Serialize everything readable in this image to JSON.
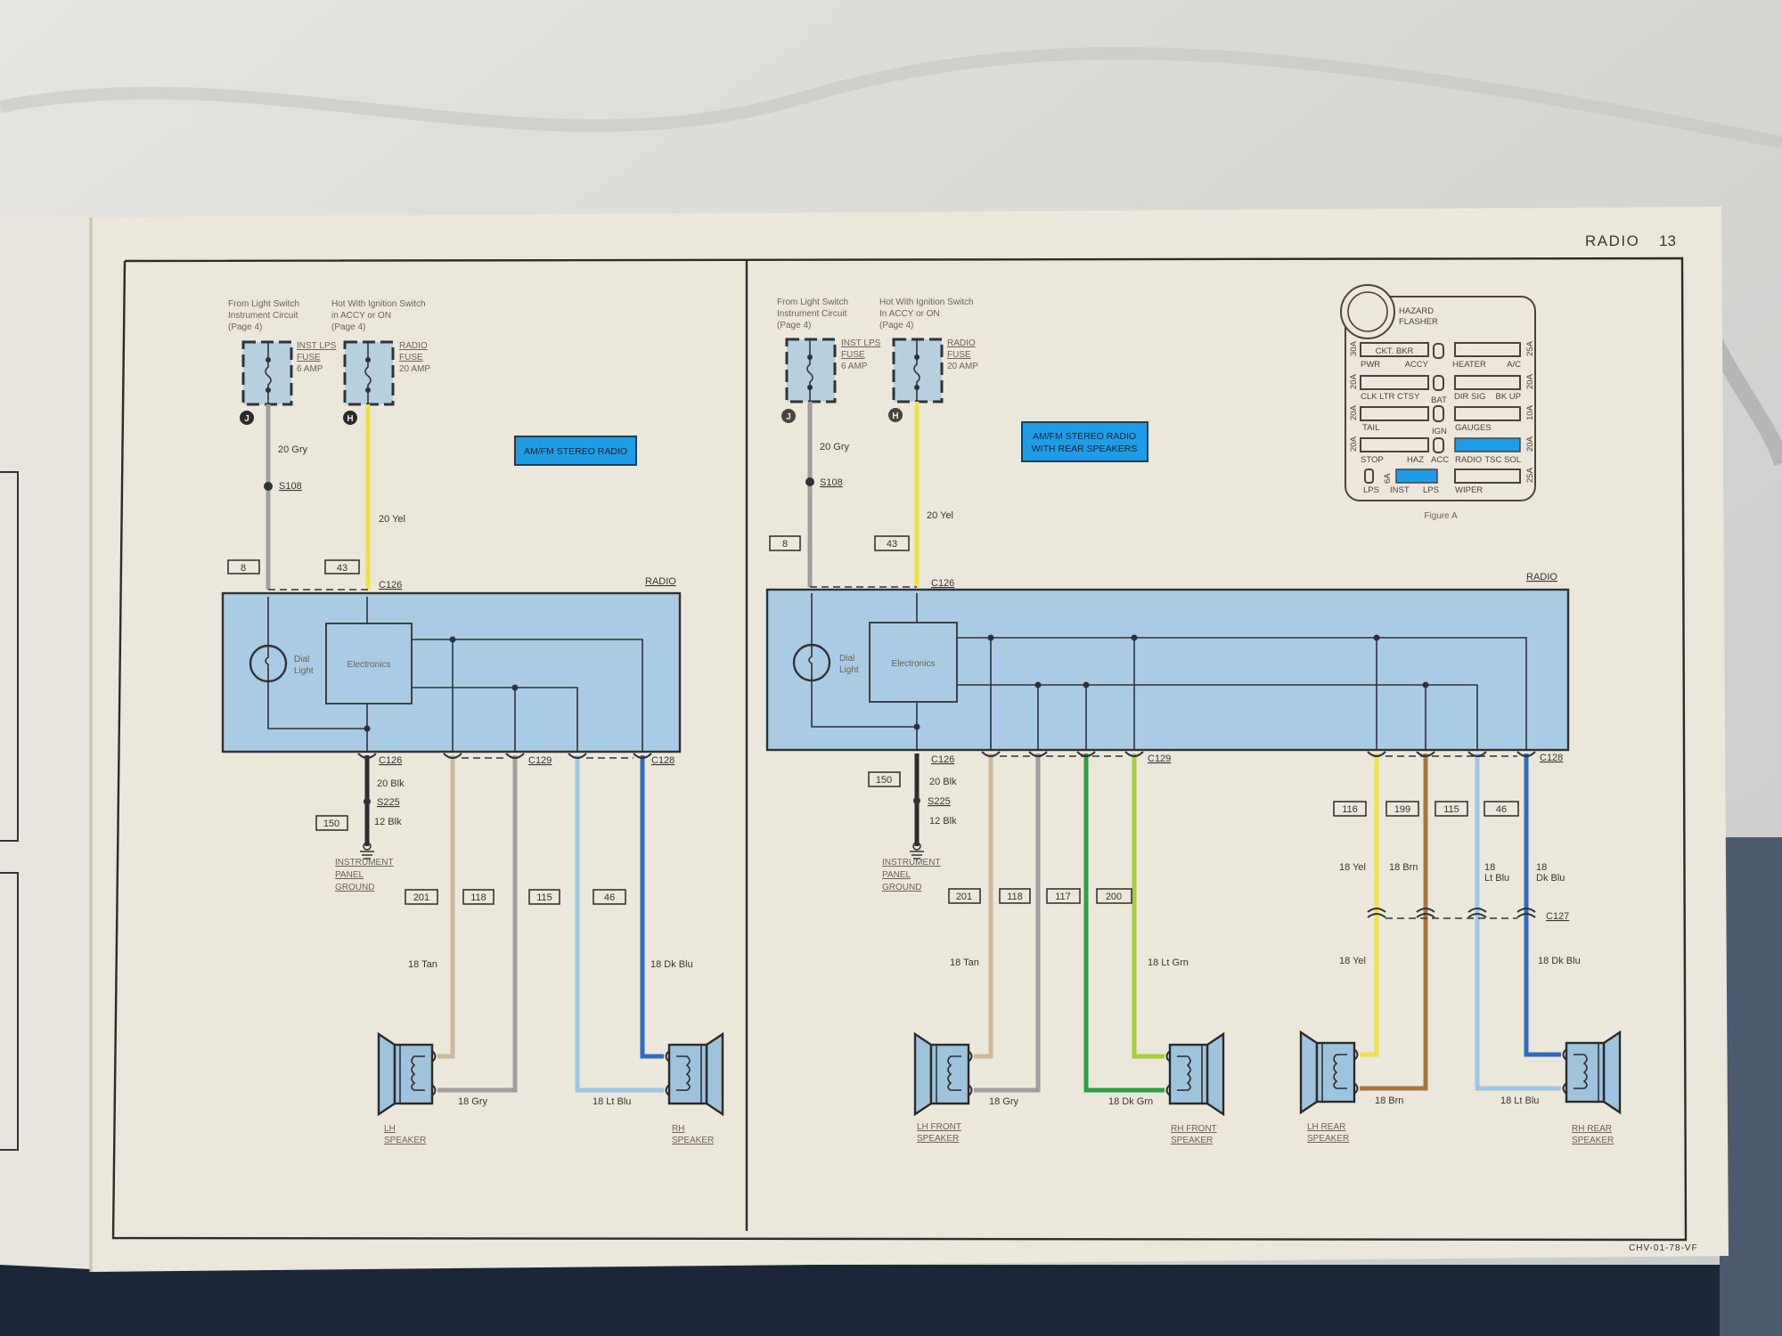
{
  "header": {
    "section": "RADIO",
    "page": "13"
  },
  "footer_code": "CHV-01-78-VF",
  "colors": {
    "paper": "#ebe7da",
    "radio_box": "#a9cbe4",
    "title_box": "#1e9ce6",
    "wire_gry": "#a09e9c",
    "wire_yel": "#efe04c",
    "wire_blk": "#2e2c2e",
    "wire_tan": "#cdb89c",
    "wire_lt_blu": "#9ec6e6",
    "wire_dk_blu": "#2e6cc2",
    "wire_dk_grn": "#2aa244",
    "wire_lt_grn": "#a8cc42",
    "wire_brn": "#a9773e"
  },
  "left": {
    "title": "AM/FM STEREO RADIO",
    "src_inst": [
      "From Light Switch",
      "Instrument Circuit",
      "(Page 4)"
    ],
    "src_radio": [
      "Hot With Ignition Switch",
      "in ACCY or ON",
      "(Page 4)"
    ],
    "fuse_inst": [
      "INST LPS",
      "FUSE",
      "6 AMP"
    ],
    "fuse_radio": [
      "RADIO",
      "FUSE",
      "20 AMP"
    ],
    "term_j": "J",
    "term_h": "H",
    "wire_gry": "20 Gry",
    "splice_s108": "S108",
    "wire_yel": "20 Yel",
    "circuit_8": "8",
    "circuit_43": "43",
    "c126_top": "C126",
    "radio_label": "RADIO",
    "dial_light": [
      "Dial",
      "Light"
    ],
    "electronics": "Electronics",
    "c126_bottom": "C126",
    "c129": "C129",
    "c128": "C128",
    "wire_blk20": "20 Blk",
    "splice_s225": "S225",
    "wire_blk12": "12 Blk",
    "circuit_150": "150",
    "ground": [
      "INSTRUMENT",
      "PANEL",
      "GROUND"
    ],
    "circuits": [
      "201",
      "118",
      "115",
      "46"
    ],
    "wire_tan": "18 Tan",
    "wire_dk_blu": "18 Dk Blu",
    "wire_gry18": "18 Gry",
    "wire_lt_blu": "18 Lt Blu",
    "lh_speaker": [
      "LH",
      "SPEAKER"
    ],
    "rh_speaker": [
      "RH",
      "SPEAKER"
    ]
  },
  "right": {
    "title": [
      "AM/FM STEREO RADIO",
      "WITH REAR SPEAKERS"
    ],
    "src_inst": [
      "From Light Switch",
      "Instrument Circuit",
      "(Page 4)"
    ],
    "src_radio": [
      "Hot With Ignition Switch",
      "In ACCY or ON",
      "(Page 4)"
    ],
    "fuse_inst": [
      "INST LPS",
      "FUSE",
      "6 AMP"
    ],
    "fuse_radio": [
      "RADIO",
      "FUSE",
      "20 AMP"
    ],
    "term_j": "J",
    "term_h": "H",
    "wire_gry": "20 Gry",
    "splice_s108": "S108",
    "wire_yel": "20 Yel",
    "circuit_8": "8",
    "circuit_43": "43",
    "c126_top": "C126",
    "radio_label": "RADIO",
    "dial_light": [
      "Dial",
      "Light"
    ],
    "electronics": "Electronics",
    "c126_bottom": "C126",
    "c129": "C129",
    "c128": "C128",
    "c127": "C127",
    "wire_blk20": "20 Blk",
    "splice_s225": "S225",
    "wire_blk12": "12 Blk",
    "circuit_150": "150",
    "ground": [
      "INSTRUMENT",
      "PANEL",
      "GROUND"
    ],
    "front_circuits": [
      "201",
      "118",
      "117",
      "200"
    ],
    "rear_circuits": [
      "116",
      "199",
      "115",
      "46"
    ],
    "wire_tan": "18 Tan",
    "wire_lt_grn": "18 Lt Grn",
    "wire_gry18": "18 Gry",
    "wire_dk_grn": "18 Dk Grn",
    "wire_yel_upper": "18 Yel",
    "wire_brn_upper": "18 Brn",
    "wire_lt_blu_upper": [
      "18",
      "Lt Blu"
    ],
    "wire_dk_blu_upper": [
      "18",
      "Dk Blu"
    ],
    "wire_yel_lower": "18 Yel",
    "wire_dk_blu_lower": "18 Dk Blu",
    "wire_brn_lower": "18 Brn",
    "wire_lt_blu_lower": "18 Lt Blu",
    "lh_front": [
      "LH FRONT",
      "SPEAKER"
    ],
    "rh_front": [
      "RH FRONT",
      "SPEAKER"
    ],
    "lh_rear": [
      "LH REAR",
      "SPEAKER"
    ],
    "rh_rear": [
      "RH REAR",
      "SPEAKER"
    ]
  },
  "fuse_panel": {
    "flasher": [
      "HAZARD",
      "FLASHER"
    ],
    "row1": {
      "left_amp": "30A",
      "slot": "CKT. BKR",
      "left_labels": [
        "PWR",
        "ACCY"
      ],
      "right_amp": "25A",
      "right_labels": [
        "HEATER",
        "A/C"
      ]
    },
    "row2": {
      "left_amp": "20A",
      "left_labels": [
        "CLK LTR CTSY"
      ],
      "mid": "BAT",
      "right_amp": "20A",
      "right_labels": [
        "DIR SIG",
        "BK UP"
      ]
    },
    "row3": {
      "left_amp": "20A",
      "left_labels": [
        "TAIL"
      ],
      "mid": "IGN",
      "right_amp": "10A",
      "right_labels": [
        "GAUGES"
      ]
    },
    "row4": {
      "left_amp": "20A",
      "left_labels": [
        "STOP",
        "HAZ"
      ],
      "mid": "ACC",
      "right_amp": "20A",
      "right_labels": [
        "RADIO",
        "TSC SOL"
      ],
      "right_highlighted": true
    },
    "row5": {
      "left_labels": [
        "LPS"
      ],
      "inst_amp": "6A",
      "inst_labels": [
        "INST",
        "LPS"
      ],
      "inst_highlighted": true,
      "right_amp": "25A",
      "right_labels": [
        "WIPER"
      ]
    },
    "caption": "Figure A"
  }
}
